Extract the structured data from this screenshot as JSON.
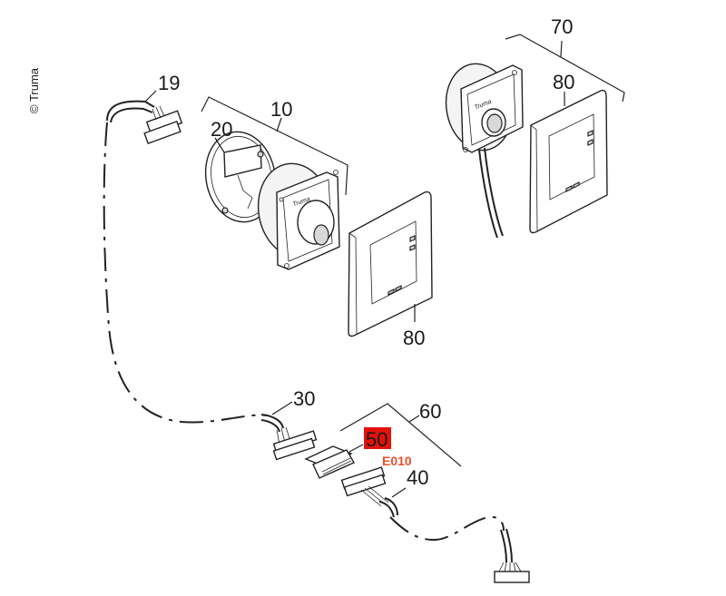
{
  "copyright": "© Truma",
  "brand_mark": "Truma",
  "parts": {
    "p19": "19",
    "p10": "10",
    "p20": "20",
    "p80a": "80",
    "p70": "70",
    "p80b": "80",
    "p30": "30",
    "p60": "60",
    "p50": "50",
    "p40": "40"
  },
  "highlight": {
    "part": "50",
    "error_code": "E010",
    "box_color": "#e3120b",
    "error_color": "#e8502a"
  }
}
